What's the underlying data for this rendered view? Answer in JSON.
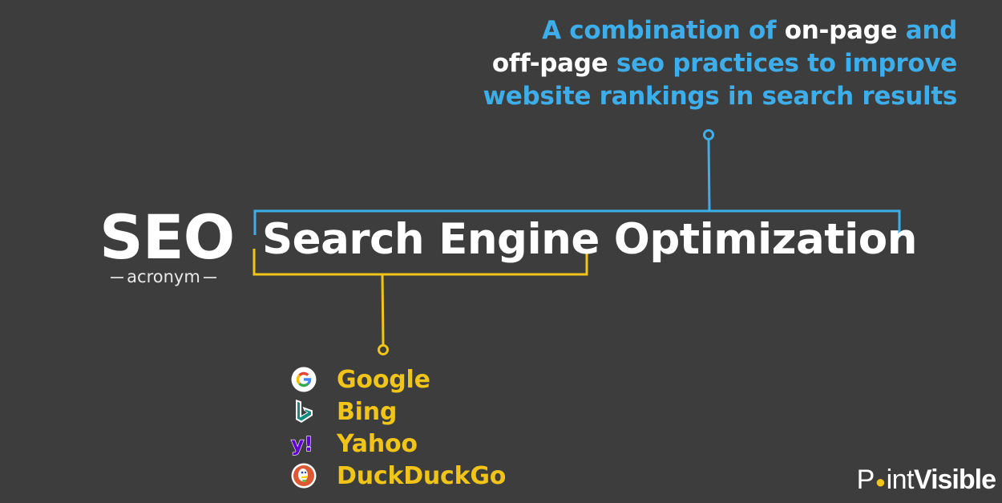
{
  "definition": {
    "line1": [
      {
        "text": "A combination of ",
        "highlight": false
      },
      {
        "text": "on-page",
        "highlight": true
      },
      {
        "text": " and",
        "highlight": false
      }
    ],
    "line2": [
      {
        "text": "off-page",
        "highlight": true
      },
      {
        "text": " seo practices to improve",
        "highlight": false
      }
    ],
    "line3": [
      {
        "text": "website rankings in search results",
        "highlight": false
      }
    ]
  },
  "acronym": {
    "title": "SEO",
    "subtitle": "acronym"
  },
  "full_name": {
    "part1": "Search Engine",
    "part2": "Optimization"
  },
  "search_engines": [
    {
      "name": "Google",
      "icon": "google-icon"
    },
    {
      "name": "Bing",
      "icon": "bing-icon"
    },
    {
      "name": "Yahoo",
      "icon": "yahoo-icon"
    },
    {
      "name": "DuckDuckGo",
      "icon": "duckduckgo-icon"
    }
  ],
  "logo": {
    "part1_pre": "P",
    "part1_o": "o",
    "part1_post": "int",
    "part2": "Visible"
  },
  "colors": {
    "background": "#3d3d3d",
    "blue_accent": "#3daee9",
    "yellow_accent": "#f0c419",
    "white": "#ffffff"
  }
}
